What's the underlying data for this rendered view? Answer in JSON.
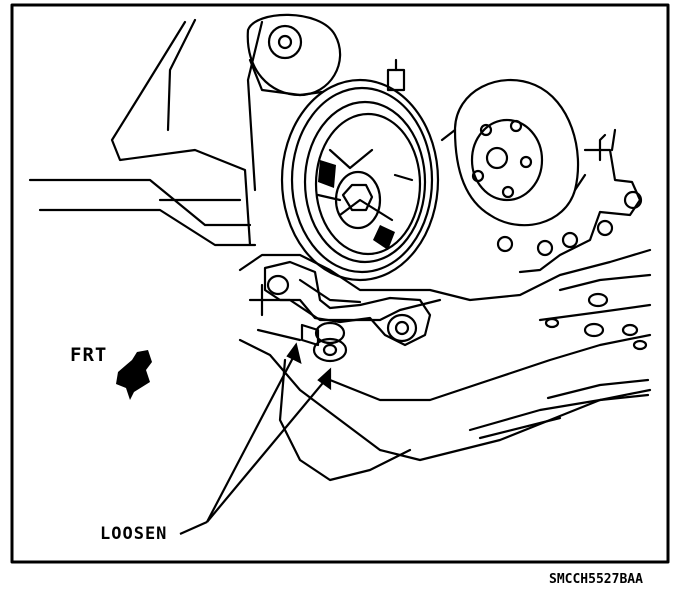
{
  "labels": {
    "frt": "FRT",
    "loosen": "LOOSEN",
    "figure_code": "SMCCH5527BAA"
  },
  "colors": {
    "ink": "#000000",
    "paper": "#ffffff"
  },
  "icons": {
    "front_arrow": "front-direction-arrow-icon"
  }
}
